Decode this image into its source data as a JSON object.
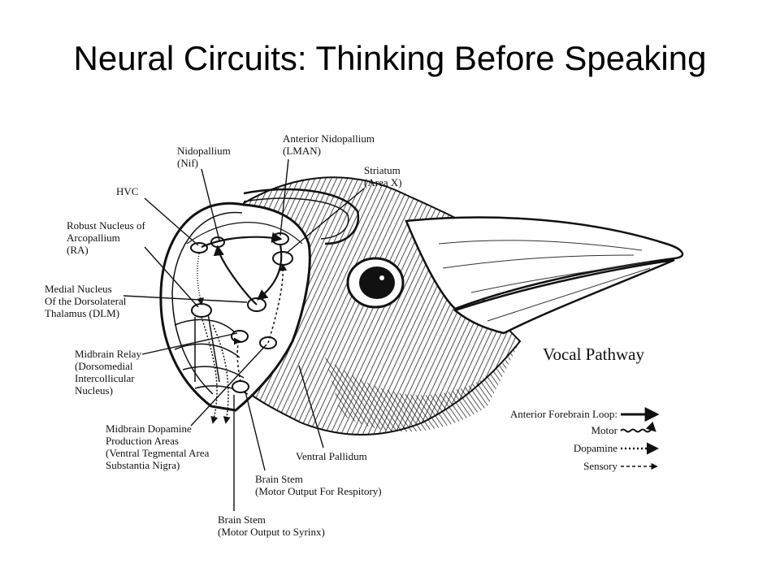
{
  "title": "Neural Circuits: Thinking Before Speaking",
  "labels": {
    "nidopallium": [
      "Nidopallium",
      "(Nif)"
    ],
    "anterior_nidopallium": [
      "Anterior Nidopallium",
      "(LMAN)"
    ],
    "striatum": [
      "Striatum",
      "(Area X)"
    ],
    "hvc": [
      "HVC"
    ],
    "ra": [
      "Robust Nucleus of",
      "Arcopallium",
      "(RA)"
    ],
    "dlm": [
      "Medial Nucleus",
      "Of the Dorsolateral",
      "Thalamus  (DLM)"
    ],
    "midbrain_relay": [
      "Midbrain Relay",
      "(Dorsomedial",
      "Intercollicular",
      "Nucleus)"
    ],
    "dopamine_areas": [
      "Midbrain Dopamine",
      "Production Areas",
      "(Ventral Tegmental Area",
      "Substantia Nigra)"
    ],
    "ventral_pallidum": [
      "Ventral Pallidum"
    ],
    "brain_stem_resp": [
      "Brain Stem",
      "(Motor Output For Respitory)"
    ],
    "brain_stem_syrinx": [
      "Brain Stem",
      "(Motor Output to Syrinx)"
    ]
  },
  "legend": {
    "title": "Vocal Pathway",
    "items": [
      {
        "label": "Anterior Forebrain Loop:",
        "style": "solid-thick"
      },
      {
        "label": "Motor",
        "style": "wavy"
      },
      {
        "label": "Dopamine",
        "style": "dotted"
      },
      {
        "label": "Sensory",
        "style": "dashed"
      }
    ]
  }
}
